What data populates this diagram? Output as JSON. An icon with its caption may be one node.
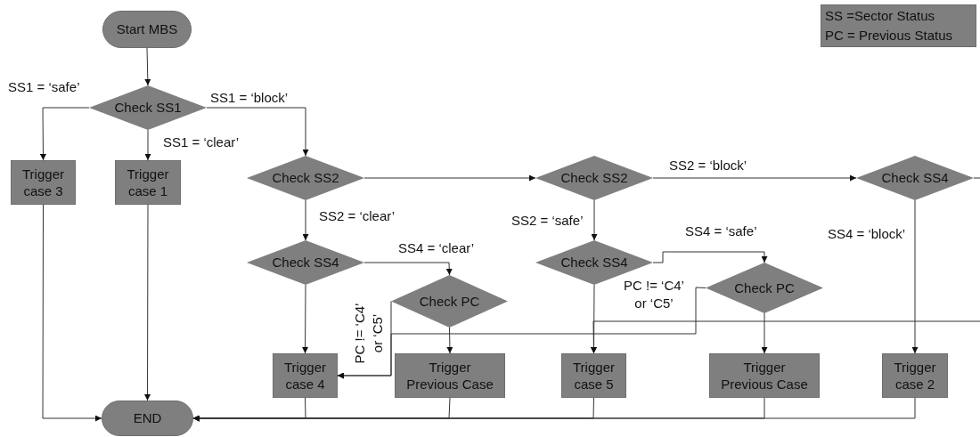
{
  "diagram": {
    "nodes": [
      {
        "text": [
          "Start MBS"
        ]
      },
      {
        "text": [
          "Check SS1"
        ]
      },
      {
        "text": [
          "Trigger case 3"
        ]
      },
      {
        "text": [
          "Trigger case 1"
        ]
      },
      {
        "text": [
          "Check SS2"
        ]
      },
      {
        "text": [
          "Check SS4"
        ]
      },
      {
        "text": [
          "Check PC"
        ]
      },
      {
        "text": [
          "Trigger case 4"
        ]
      },
      {
        "text": [
          "Trigger Previous Case"
        ]
      },
      {
        "text": [
          "Check SS2"
        ]
      },
      {
        "text": [
          "Check SS4"
        ]
      },
      {
        "text": [
          "Check PC"
        ]
      },
      {
        "text": [
          "Trigger case 5"
        ]
      },
      {
        "text": [
          "Trigger Previous Case"
        ]
      },
      {
        "text": [
          "Check SS4"
        ]
      },
      {
        "text": [
          "Trigger case 2"
        ]
      },
      {
        "text": [
          "END"
        ]
      },
      {
        "text": [
          "SS =Sector Status",
          "PC = Previous Status"
        ]
      }
    ],
    "edges": [
      {
        "from": 0,
        "to": 1,
        "arrow": "to"
      },
      {
        "from": 1,
        "to": 2,
        "arrow": "to",
        "label": "SS1 = ‘safe’"
      },
      {
        "from": 1,
        "to": 3,
        "arrow": "to",
        "label": "SS1 = ‘clear’"
      },
      {
        "from": 1,
        "to": 4,
        "arrow": "to",
        "label": "SS1 = ‘block’"
      },
      {
        "from": 4,
        "to": 9,
        "arrow": "to"
      },
      {
        "from": 4,
        "to": 5,
        "arrow": "to",
        "label": "SS2 = ‘clear’"
      },
      {
        "from": 9,
        "to": 14,
        "arrow": "to",
        "label": "SS2 = ‘block’"
      },
      {
        "from": 9,
        "to": 10,
        "arrow": "to",
        "label": "SS2 = ‘safe’"
      },
      {
        "from": 5,
        "to": 6,
        "arrow": "to",
        "label": "SS4 = ‘clear’"
      },
      {
        "from": 5,
        "to": 7,
        "arrow": "to"
      },
      {
        "from": 6,
        "to": 7,
        "arrow": "to",
        "label": "PC != ‘C4’ or ‘C5’"
      },
      {
        "from": 6,
        "to": 8,
        "arrow": "to"
      },
      {
        "from": 10,
        "to": 11,
        "arrow": "to",
        "label": "SS4 = ‘safe’"
      },
      {
        "from": 10,
        "to": 12,
        "arrow": "to"
      },
      {
        "from": 11,
        "to": 7,
        "arrow": "to",
        "label": "PC != ‘C4’ or ‘C5’"
      },
      {
        "from": 11,
        "to": 13,
        "arrow": "to"
      },
      {
        "from": 14,
        "to": 15,
        "arrow": "to",
        "label": "SS4 = ‘block’"
      },
      {
        "from": null,
        "to": 12,
        "arrow": "to"
      },
      {
        "from": 14,
        "to": null,
        "arrow": "none"
      },
      {
        "from": 2,
        "to": 16,
        "arrow": "to"
      },
      {
        "from": 3,
        "to": 16,
        "arrow": "to"
      },
      {
        "from": 7,
        "to": 16,
        "arrow": "to"
      },
      {
        "from": 8,
        "to": 16,
        "arrow": "to"
      },
      {
        "from": 12,
        "to": 16,
        "arrow": "to"
      },
      {
        "from": 13,
        "to": 16,
        "arrow": "to"
      },
      {
        "from": 15,
        "to": 16,
        "arrow": "to"
      }
    ]
  }
}
